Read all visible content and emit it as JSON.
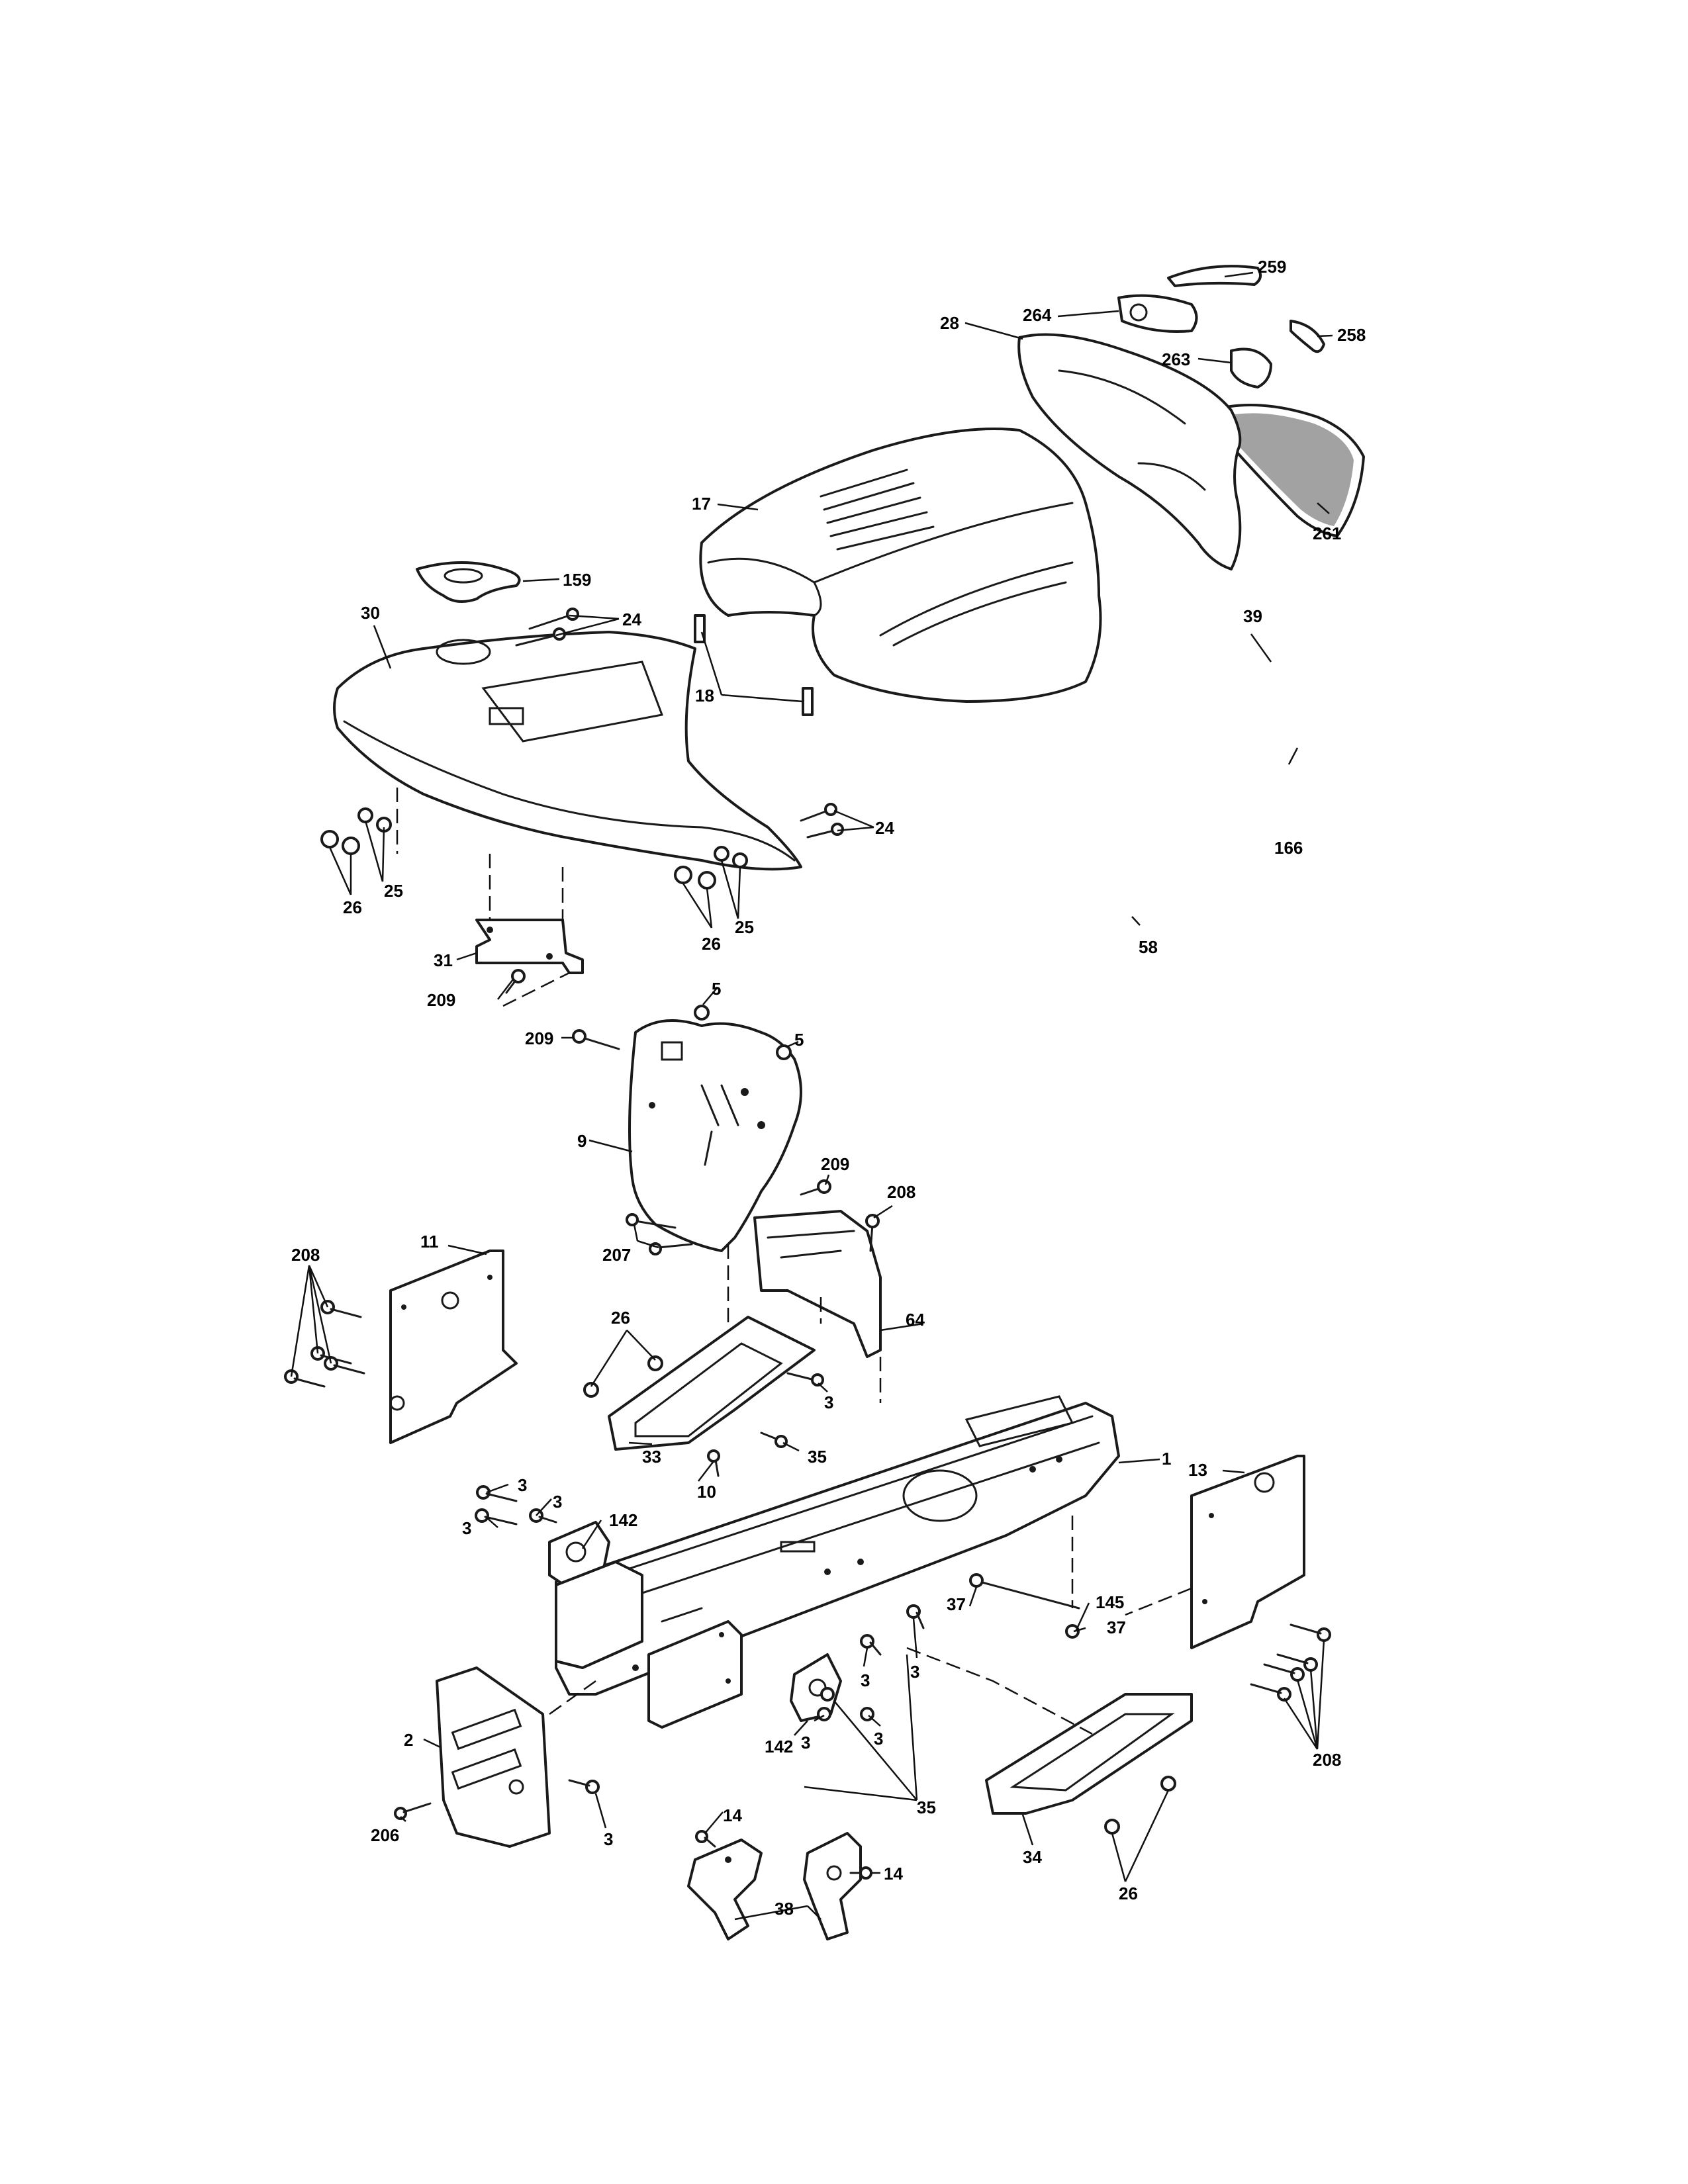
{
  "callouts": {
    "c259": "259",
    "c264": "264",
    "c258": "258",
    "c28": "28",
    "c263": "263",
    "c261": "261",
    "c17": "17",
    "c159": "159",
    "c30": "30",
    "c24a": "24",
    "c18": "18",
    "c39": "39",
    "c166": "166",
    "c24b": "24",
    "c25a": "25",
    "c26a": "26",
    "c25b": "25",
    "c26b": "26",
    "c58": "58",
    "c31": "31",
    "c209a": "209",
    "c5a": "5",
    "c5b": "5",
    "c209b": "209",
    "c9": "9",
    "c209c": "209",
    "c208a": "208",
    "c207": "207",
    "c208b": "208",
    "c11": "11",
    "c64": "64",
    "c26c": "26",
    "c3a": "3",
    "c35a": "35",
    "c33": "33",
    "c10": "10",
    "c1": "1",
    "c13": "13",
    "c3b": "3",
    "c3c": "3",
    "c3d": "3",
    "c142a": "142",
    "c145": "145",
    "c37a": "37",
    "c37b": "37",
    "c3e": "3",
    "c3f": "3",
    "c3g": "3",
    "c3h": "3",
    "c142b": "142",
    "c35b": "35",
    "c208c": "208",
    "c2": "2",
    "c206": "206",
    "c3i": "3",
    "c14a": "14",
    "c14b": "14",
    "c38": "38",
    "c34": "34",
    "c26d": "26"
  }
}
